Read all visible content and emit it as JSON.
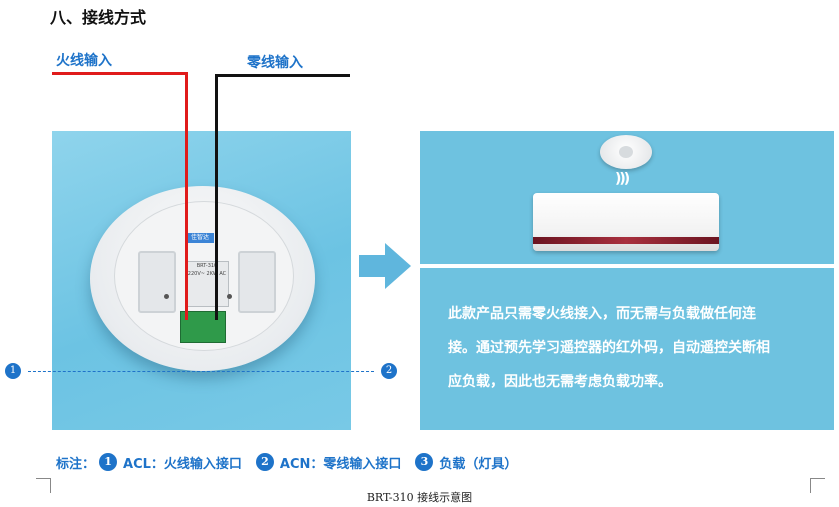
{
  "section_title": "八、接线方式",
  "wires": {
    "live_label": "火线输入",
    "neutral_label": "零线输入",
    "live_color": "#e01b1b",
    "neutral_color": "#111111"
  },
  "photo": {
    "brand_badge": "佳智达",
    "module_model": "BRT-310",
    "module_spec": "220V~ 2KW  AC"
  },
  "markers": [
    "1",
    "2"
  ],
  "right_panel": {
    "description_lines": [
      "此款产品只需零火线接入，而无需与负载做任何连",
      "接。通过预先学习遥控器的红外码，自动遥控关断相",
      "应负载，因此也无需考虑负载功率。"
    ]
  },
  "legend": {
    "prefix": "标注：",
    "items": [
      {
        "num": "1",
        "text": "ACL：火线输入接口"
      },
      {
        "num": "2",
        "text": "ACN：零线输入接口"
      },
      {
        "num": "3",
        "text": "负载（灯具）"
      }
    ]
  },
  "caption": "BRT-310 接线示意图",
  "colors": {
    "accent": "#1e73c9",
    "panel": "#6ec2e0",
    "arrow": "#5fb6dd"
  },
  "icons": [
    "arrow-right-icon",
    "ir-signal-icon"
  ]
}
